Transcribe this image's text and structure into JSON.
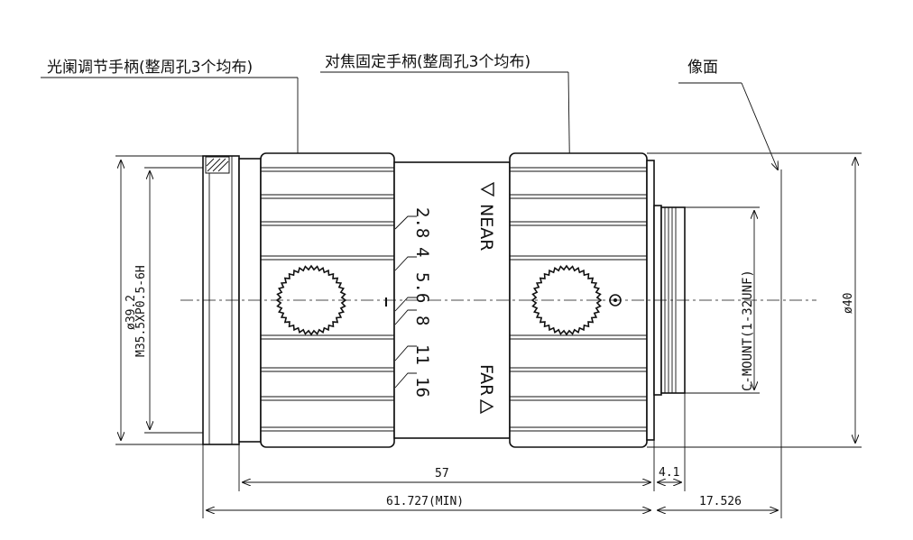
{
  "callouts": {
    "aperture_handle": "光阑调节手柄(整周孔3个均布)",
    "focus_handle": "对焦固定手柄(整周孔3个均布)",
    "image_plane": "像面"
  },
  "focus_marks": {
    "near": "NEAR",
    "far": "FAR"
  },
  "aperture_scale": [
    "2.8",
    "4",
    "5.6",
    "8",
    "11",
    "16"
  ],
  "dimensions": {
    "d39_2": "ø39.2",
    "thread_front": "M35.5XP0.5-6H",
    "d40": "ø40",
    "mount_thread": "C-MOUNT(1-32UNF)",
    "len_57": "57",
    "len_4_1": "4.1",
    "len_61_727": "61.727(MIN)",
    "len_17_526": "17.526"
  }
}
